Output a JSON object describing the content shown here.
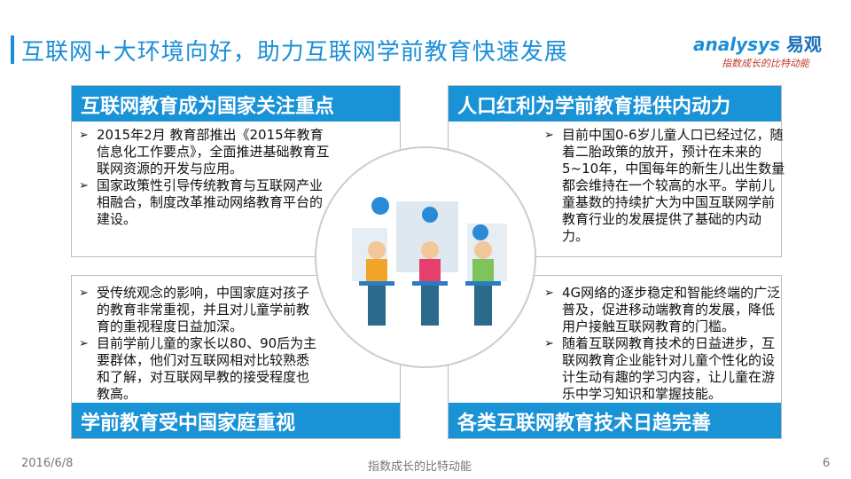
{
  "title": "互联网+大环境向好，助力互联网学前教育快速发展",
  "logo": {
    "en": "analysys",
    "cn": "易观",
    "tagline": "指数成长的比特动能"
  },
  "boxes": {
    "tl": {
      "header": "互联网教育成为国家关注重点",
      "items": [
        "2015年2月 教育部推出《2015年教育信息化工作要点》，全面推进基础教育互联网资源的开发与应用。",
        "国家政策性引导传统教育与互联网产业相融合，制度改革推动网络教育平台的建设。"
      ]
    },
    "tr": {
      "header": "人口红利为学前教育提供内动力",
      "items": [
        "目前中国0-6岁儿童人口已经过亿，随着二胎政策的放开，预计在未来的5~10年，中国每年的新生儿出生数量都会维持在一个较高的水平。学前儿童基数的持续扩大为中国互联网学前教育行业的发展提供了基础的内动力。"
      ]
    },
    "bl": {
      "header": "学前教育受中国家庭重视",
      "items": [
        "受传统观念的影响，中国家庭对孩子的教育非常重视，并且对儿童学前教育的重视程度日益加深。",
        "目前学前儿童的家长以80、90后为主要群体，他们对互联网相对比较熟悉和了解，对互联网早教的接受程度也教高。"
      ]
    },
    "br": {
      "header": "各类互联网教育技术日趋完善",
      "items": [
        "4G网络的逐步稳定和智能终端的广泛普及，促进移动端教育的发展，降低用户接触互联网教育的门槛。",
        "随着互联网教育技术的日益进步，互联网教育企业能针对儿童个性化的设计生动有趣的学习内容，让儿童在游乐中学习知识和掌握技能。"
      ]
    }
  },
  "footer": {
    "date": "2016/6/8",
    "center": "指数成长的比特动能",
    "page": "6"
  }
}
